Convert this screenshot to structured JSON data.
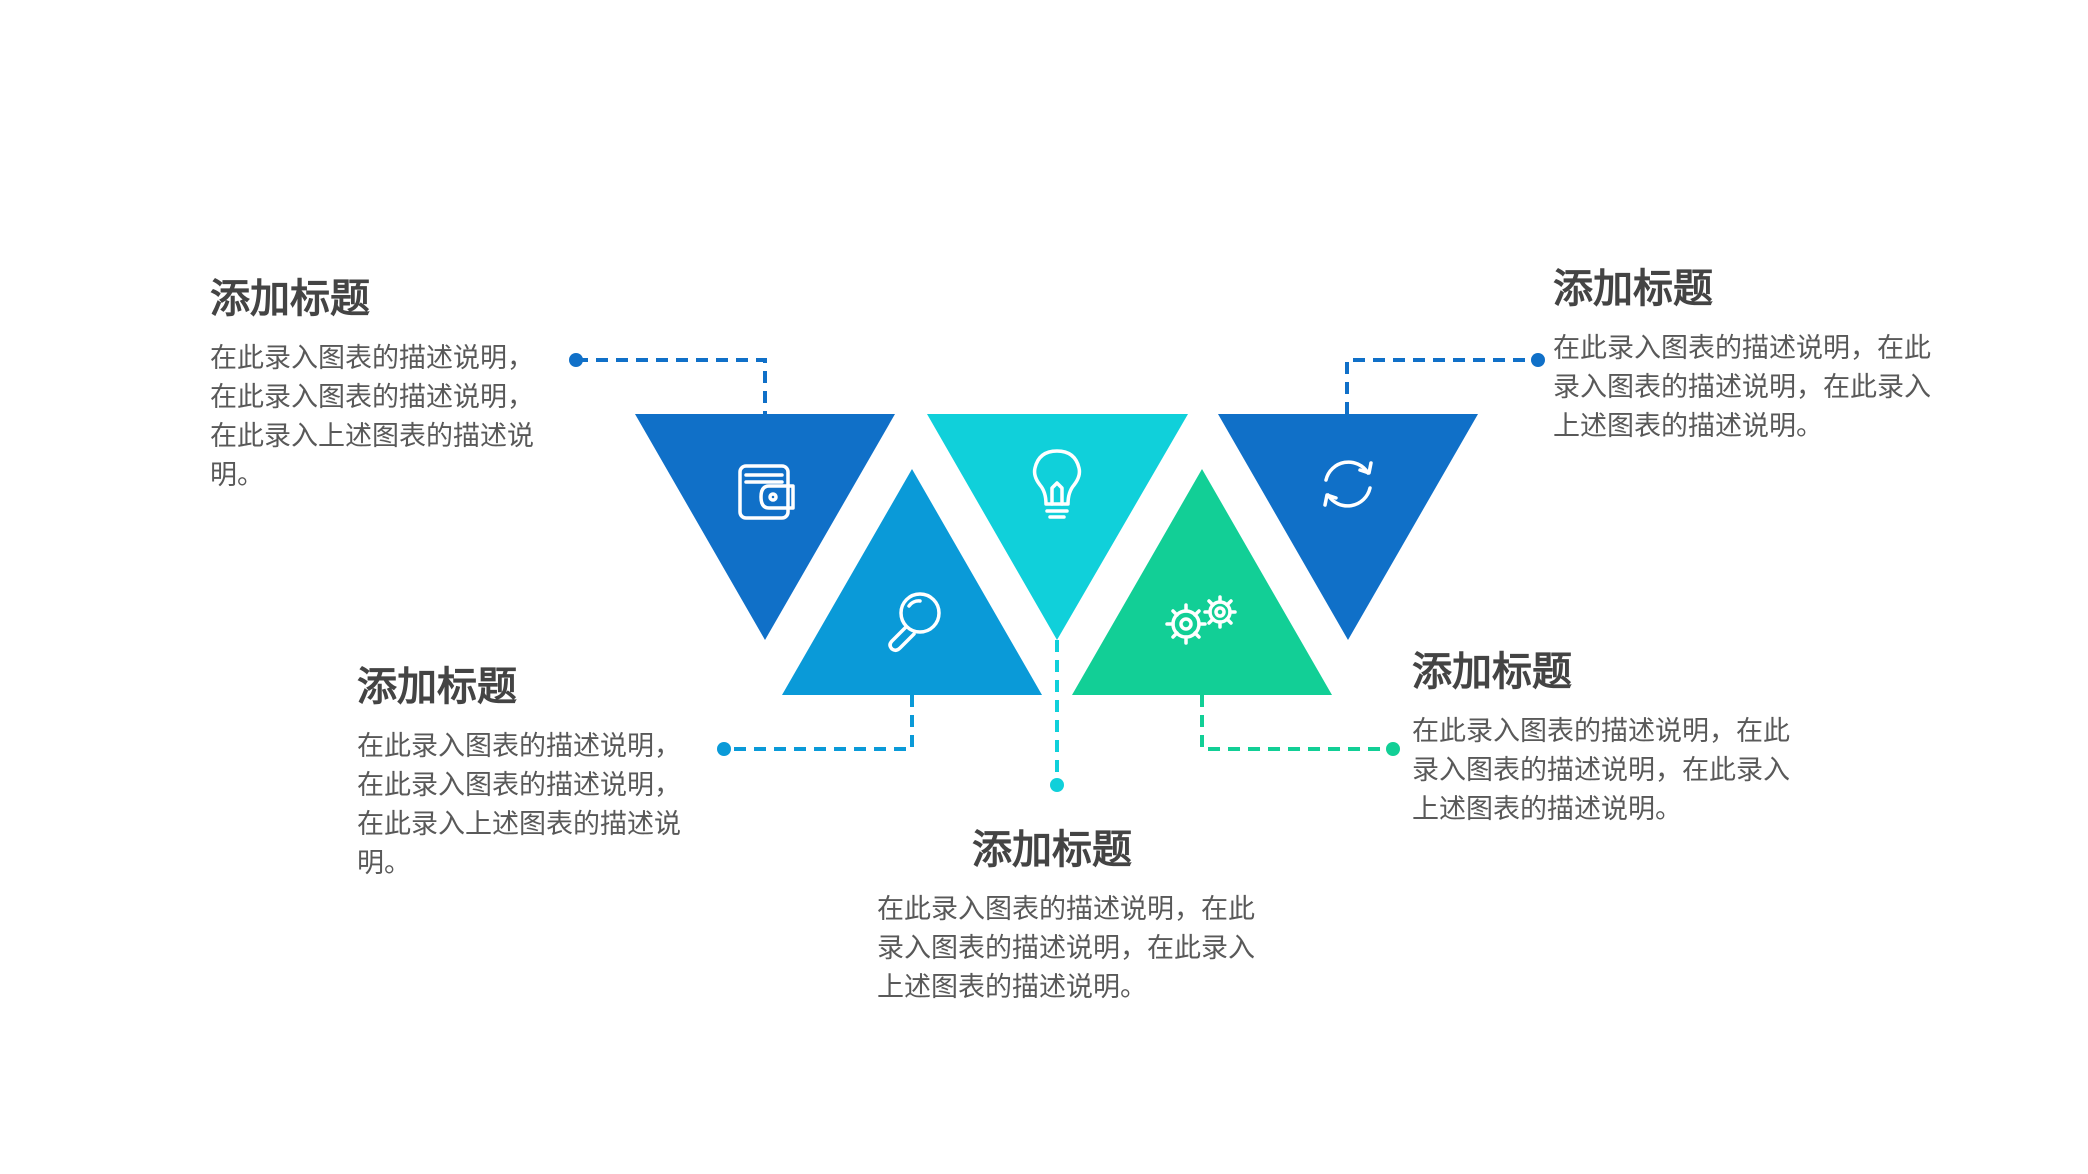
{
  "colors": {
    "tri_top_left": "#1070C8",
    "tri_top_mid": "#10D0DA",
    "tri_top_right": "#1070C8",
    "tri_bottom_left": "#0A9AD8",
    "tri_bottom_right": "#12CF96",
    "title": "#444444",
    "text": "#595959"
  },
  "icons": {
    "top_left": "wallet-icon",
    "top_mid": "lightbulb-icon",
    "top_right": "refresh-icon",
    "bottom_left": "magnifier-icon",
    "bottom_right": "gears-icon"
  },
  "items": [
    {
      "title": "添加标题",
      "desc": "在此录入图表的描述说明，在此录入图表的描述说明，在此录入上述图表的描述说明。"
    },
    {
      "title": "添加标题",
      "desc": "在此录入图表的描述说明，在此录入图表的描述说明，在此录入上述图表的描述说明。"
    },
    {
      "title": "添加标题",
      "desc": "在此录入图表的描述说明，在此录入图表的描述说明，在此录入上述图表的描述说明。"
    },
    {
      "title": "添加标题",
      "desc": "在此录入图表的描述说明，在此录入图表的描述说明，在此录入上述图表的描述说明。"
    },
    {
      "title": "添加标题",
      "desc": "在此录入图表的描述说明，在此录入图表的描述说明，在此录入上述图表的描述说明。"
    }
  ]
}
